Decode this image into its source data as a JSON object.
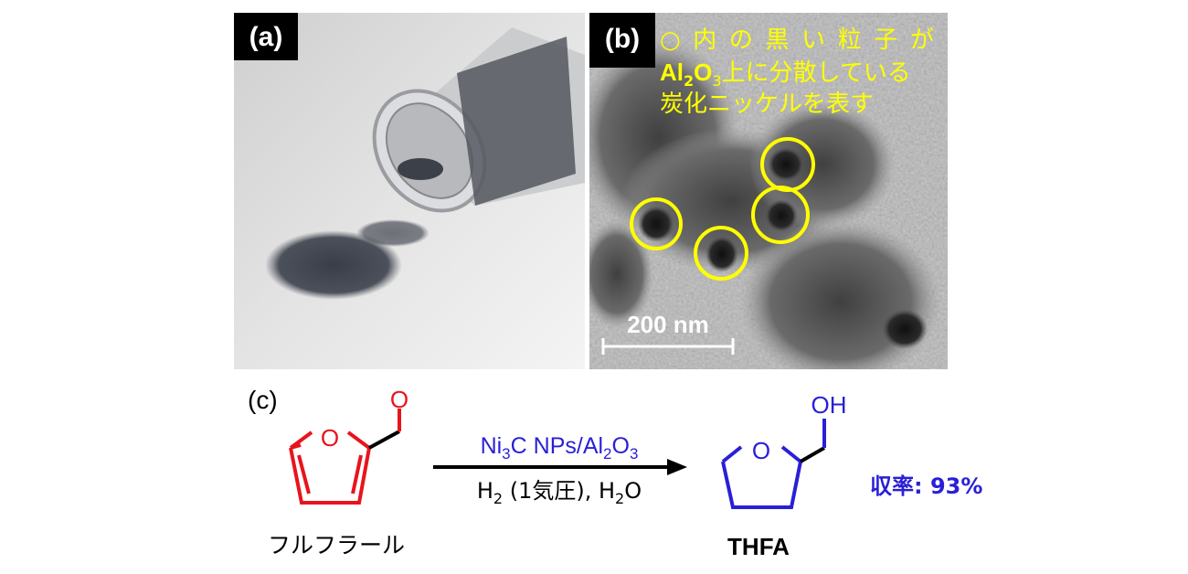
{
  "panel_a": {
    "label": "(a)"
  },
  "panel_b": {
    "label": "(b)",
    "annotation": {
      "line1": "○内の黒い粒子が",
      "line2_a": "Al",
      "line2_sub1": "2",
      "line2_b": "O",
      "line2_sub2": "3",
      "line2_c": "上に分散している",
      "line3": "炭化ニッケルを表す"
    },
    "scale_bar": "200 nm"
  },
  "panel_c": {
    "label": "(c)",
    "reactant": {
      "name": "フルフラール",
      "atom_O_ring": "O",
      "atom_O_carbonyl": "O"
    },
    "catalyst": {
      "a": "Ni",
      "sub1": "3",
      "b": "C NPs/Al",
      "sub2": "2",
      "c": "O",
      "sub3": "3"
    },
    "conditions": {
      "a": "H",
      "sub1": "2",
      "b": " (1気圧), H",
      "sub2": "2",
      "c": "O"
    },
    "product": {
      "name": "THFA",
      "atom_O_ring": "O",
      "atom_OH": "OH"
    },
    "yield": "収率: 93%"
  },
  "colors": {
    "reactant": "#e8141c",
    "product": "#2a1fd6",
    "annotation": "#ffff00"
  }
}
